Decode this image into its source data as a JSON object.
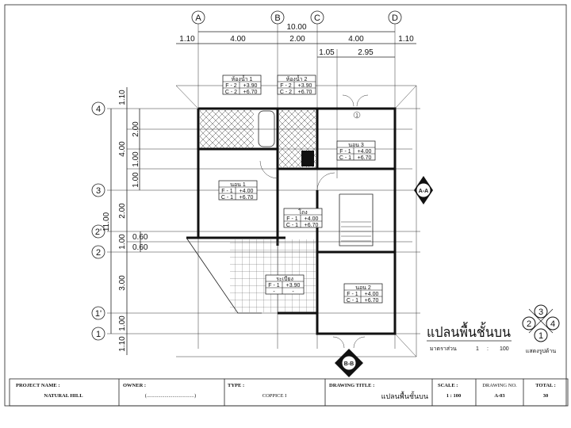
{
  "grid": {
    "columns": [
      "A",
      "B",
      "C",
      "D"
    ],
    "rows": [
      "4",
      "3",
      "2'",
      "2",
      "1'",
      "1"
    ]
  },
  "dimensions": {
    "overall_width": "10.00",
    "top": [
      "1.10",
      "4.00",
      "2.00",
      "4.00",
      "1.10"
    ],
    "top_sub": [
      "1.05",
      "2.95"
    ],
    "left_overall": "11.00",
    "left": [
      "1.10",
      "4.00",
      "2.00",
      "1.00",
      "3.00",
      "1.00",
      "1.10"
    ],
    "left_sub": [
      "2.00",
      "1.00",
      "1.00"
    ],
    "left_small": [
      "0.60",
      "0.60"
    ]
  },
  "rooms": [
    {
      "name": "ห้องน้ำ 1",
      "floor": "F - 2",
      "floor_level": "+3.90",
      "ceiling": "C - 2",
      "ceiling_level": "+6.70"
    },
    {
      "name": "ห้องน้ำ 2",
      "floor": "F - 2",
      "floor_level": "+3.90",
      "ceiling": "C - 2",
      "ceiling_level": "+6.70"
    },
    {
      "name": "นอน 3",
      "floor": "F - 1",
      "floor_level": "+4.00",
      "ceiling": "C - 1",
      "ceiling_level": "+6.70"
    },
    {
      "name": "นอน 1",
      "floor": "F - 1",
      "floor_level": "+4.00",
      "ceiling": "C - 1",
      "ceiling_level": "+6.70"
    },
    {
      "name": "โถง",
      "floor": "F - 1",
      "floor_level": "+4.00",
      "ceiling": "C - 1",
      "ceiling_level": "+6.70"
    },
    {
      "name": "ระเบียง",
      "floor": "F - 1",
      "floor_level": "+3.90",
      "ceiling": "-",
      "ceiling_level": "-"
    },
    {
      "name": "นอน 2",
      "floor": "F - 1",
      "floor_level": "+4.00",
      "ceiling": "C - 1",
      "ceiling_level": "+6.70"
    }
  ],
  "sections": [
    "A-A",
    "B-B"
  ],
  "plan_title": "แปลนพื้นชั้นบน",
  "scale_label": "มาตราส่วน",
  "scale_value": [
    "1",
    ":",
    "100"
  ],
  "elevation_key": {
    "numbers": [
      "3",
      "2",
      "4",
      "1"
    ],
    "label": "แสดงรูปด้าน"
  },
  "door_marker": "1",
  "title_block": {
    "project_name_label": "PROJECT NAME :",
    "project_name": "NATURAL  HILL",
    "owner_label": "OWNER :",
    "owner": "(.....................................)",
    "type_label": "TYPE :",
    "type": "COPPICE I",
    "drawing_title_label": "DRAWING TITLE :",
    "drawing_title": "แปลนพื้นชั้นบน",
    "scale_label": "SCALE :",
    "scale": "1 : 100",
    "drawing_no_label": "DRAWING NO.",
    "drawing_no": "A-03",
    "total_label": "TOTAL :",
    "total": "30"
  }
}
